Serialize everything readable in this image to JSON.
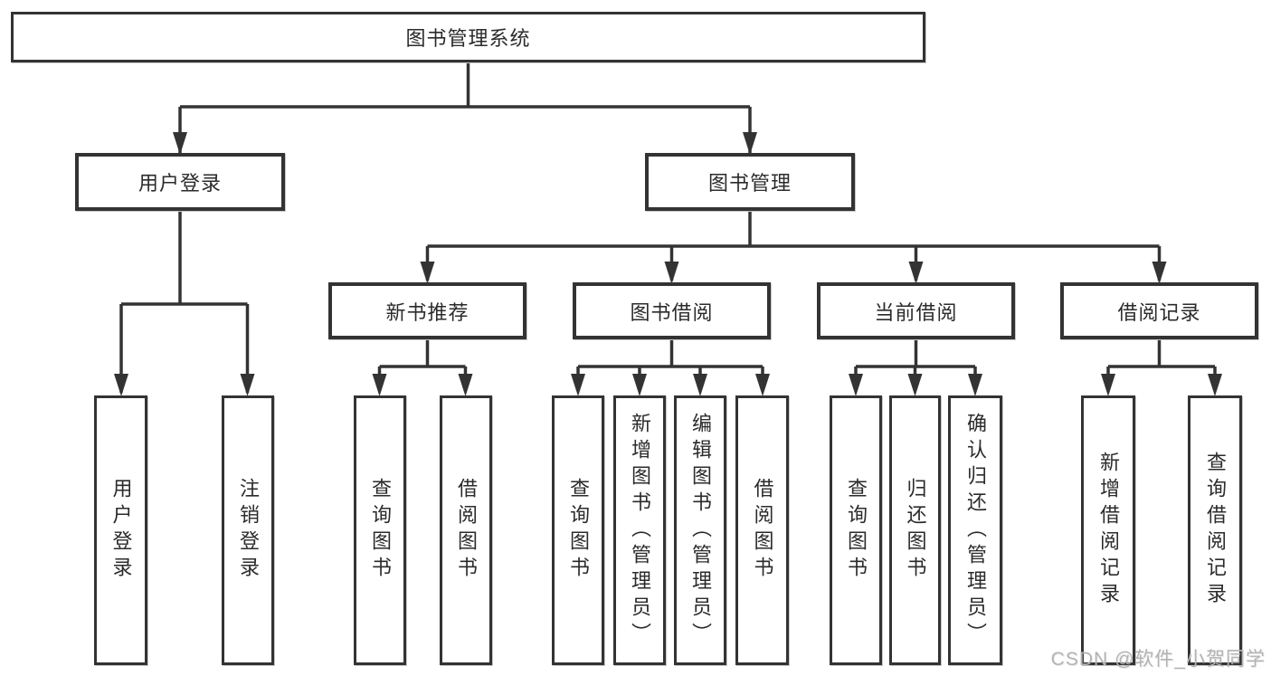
{
  "tree": {
    "root": {
      "label": "图书管理系统"
    },
    "user_login": {
      "label": "用户登录",
      "children": [
        "用户登录",
        "注销登录"
      ]
    },
    "book_management": {
      "label": "图书管理"
    },
    "new_book_recommend": {
      "label": "新书推荐",
      "children": [
        "查询图书",
        "借阅图书"
      ]
    },
    "book_borrowing": {
      "label": "图书借阅",
      "children": [
        "查询图书",
        "新增图书（管理员）",
        "编辑图书（管理员）",
        "借阅图书"
      ]
    },
    "current_borrowing": {
      "label": "当前借阅",
      "children": [
        "查询图书",
        "归还图书",
        "确认归还（管理员）"
      ]
    },
    "borrowing_records": {
      "label": "借阅记录",
      "children": [
        "新增借阅记录",
        "查询借阅记录"
      ]
    }
  },
  "watermark": "CSDN @软件_小贺同学",
  "colors": {
    "line": "#333333",
    "text": "#2b2b2b",
    "watermark": "#b3b3b3",
    "background": "#ffffff"
  }
}
